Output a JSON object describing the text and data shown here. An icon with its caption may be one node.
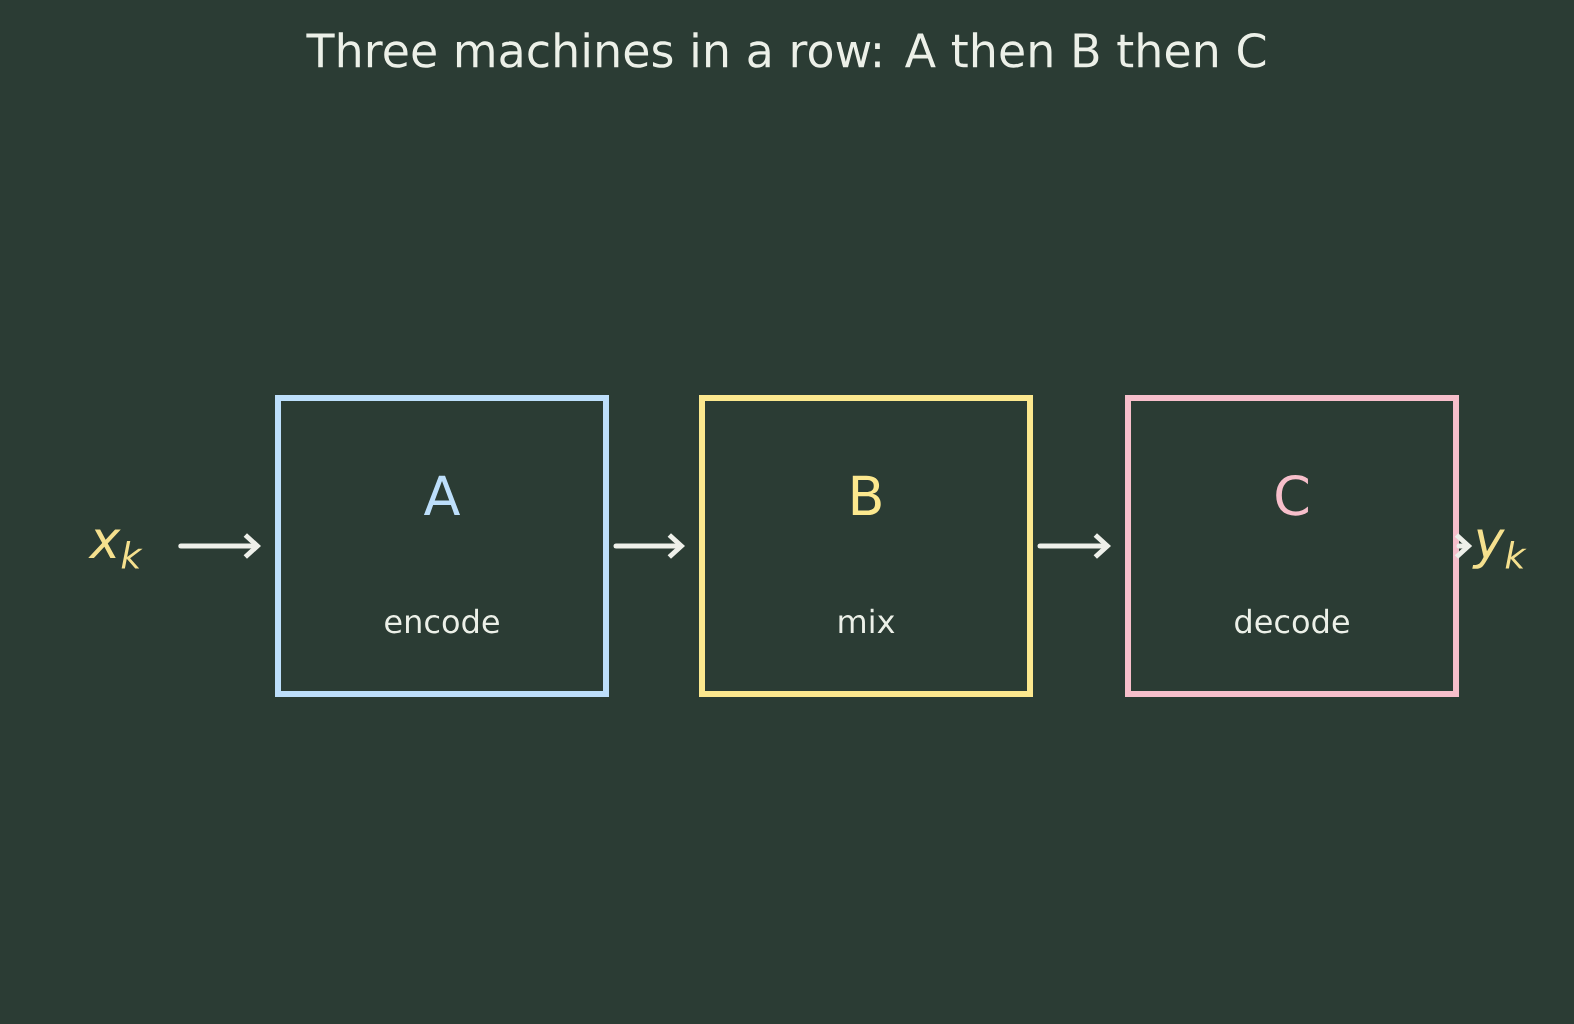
{
  "diagram": {
    "title": "Three machines in a row: A then B then C",
    "nodes": [
      {
        "text": [
          "x$_{k}$"
        ]
      },
      {
        "text": [
          "A",
          "encode"
        ]
      },
      {
        "text": [
          "B",
          "mix"
        ]
      },
      {
        "text": [
          "C",
          "decode"
        ]
      },
      {
        "text": [
          "y$_{k}$"
        ]
      }
    ],
    "edges": [
      {
        "from": 0,
        "to": 1,
        "arrow": "to"
      },
      {
        "from": 1,
        "to": 2,
        "arrow": "to"
      },
      {
        "from": 2,
        "to": 3,
        "arrow": "to"
      },
      {
        "from": 3,
        "to": 4,
        "arrow": "to"
      }
    ]
  }
}
